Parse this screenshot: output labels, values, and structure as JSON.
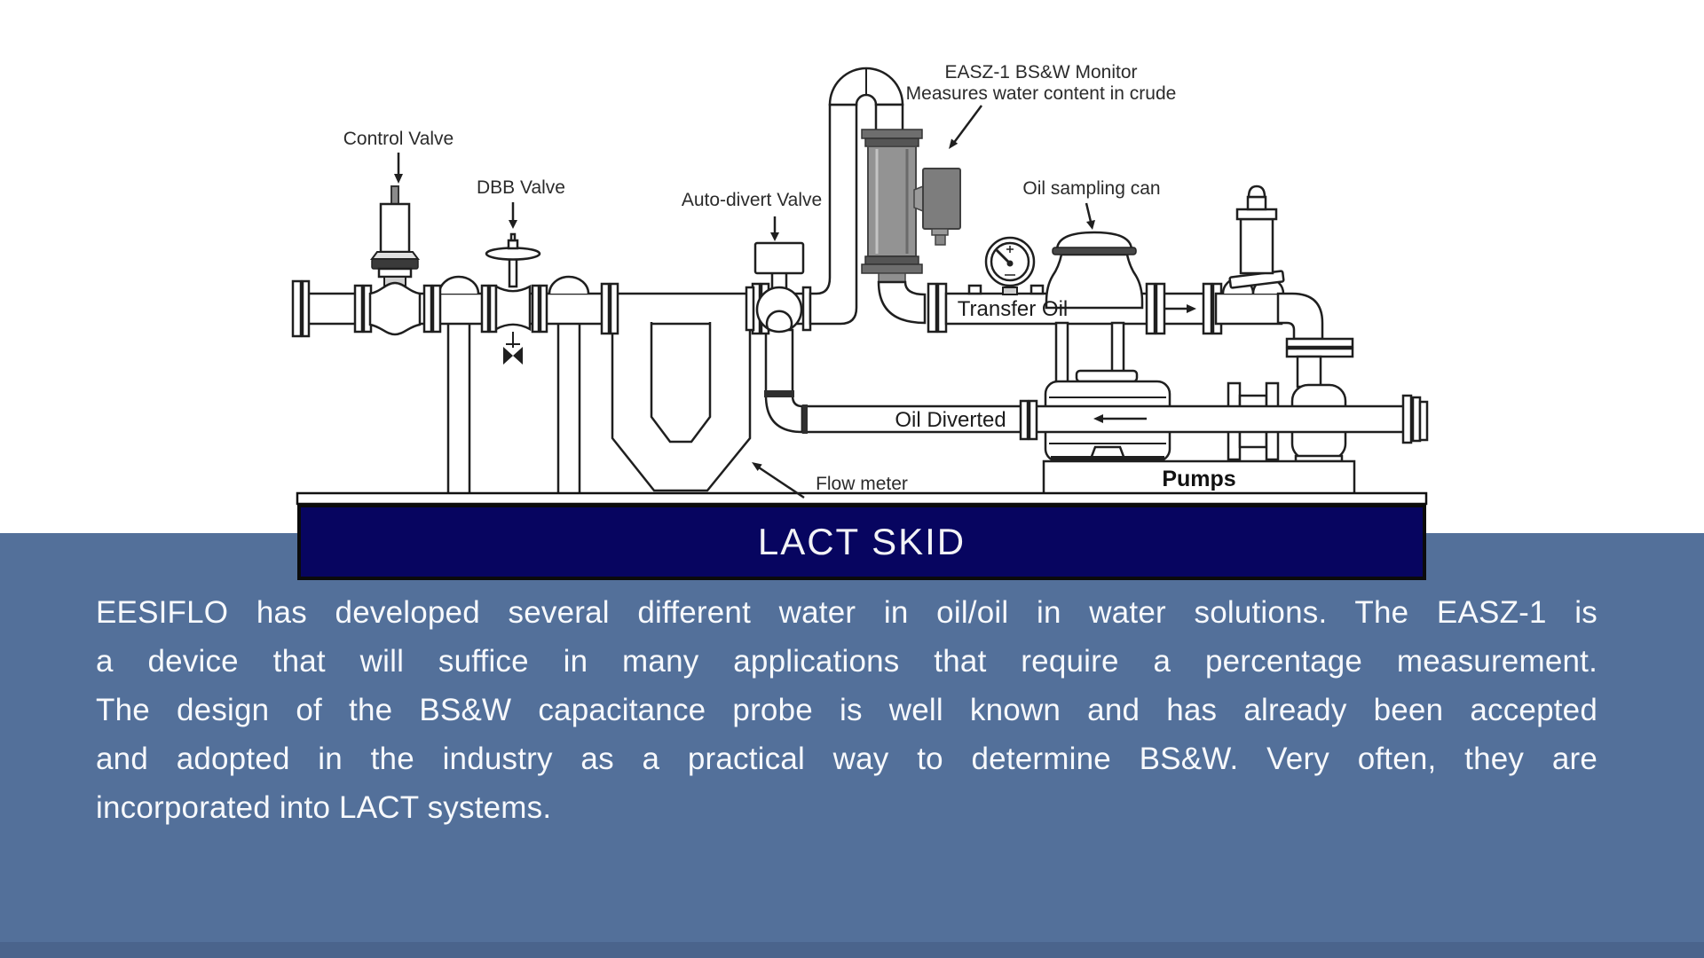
{
  "colors": {
    "background_top": "#FFFFFF",
    "background_bottom": "#53709A",
    "footer_band": "#4A648C",
    "banner_navy": "#070560",
    "banner_text": "#F3F3F6",
    "line_art": "#1F1F1F",
    "easz_gray": "#939393",
    "paragraph_text": "#F7F9FC"
  },
  "diagram": {
    "labels": {
      "control_valve": "Control Valve",
      "dbb_valve": "DBB Valve",
      "auto_divert_valve": "Auto-divert Valve",
      "easz_monitor_line1": "EASZ-1 BS&W Monitor",
      "easz_monitor_line2": "Measures water content in crude",
      "oil_sampling_can": "Oil sampling can",
      "transfer_oil": "Transfer Oil",
      "oil_diverted": "Oil Diverted",
      "flow_meter": "Flow meter",
      "pumps": "Pumps"
    },
    "banner_title": "LACT SKID"
  },
  "paragraph": {
    "lines": [
      "EESIFLO has developed several different water in oil/oil in water solutions. The EASZ-1 is",
      "a device that will suffice in many applications that require a percentage measurement.",
      "The design of the BS&W capacitance probe is well known and has already been accepted",
      "and adopted in the industry as a practical way to determine BS&W.  Very often, they are",
      "incorporated into LACT systems."
    ]
  }
}
